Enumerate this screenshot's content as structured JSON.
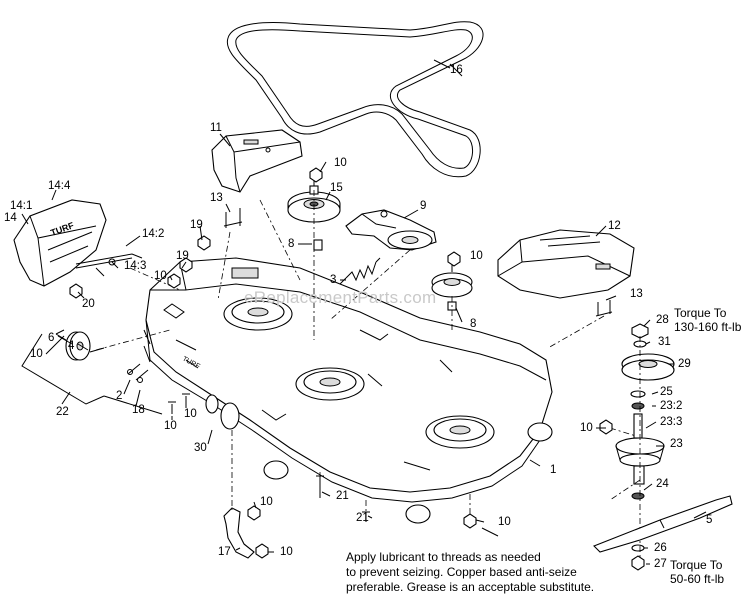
{
  "watermark": "eReplacementParts.com",
  "labels": {
    "l16": "16",
    "l11": "11",
    "l10a": "10",
    "l15": "15",
    "l13a": "13",
    "l9": "9",
    "l14_4": "14:4",
    "l14_1": "14:1",
    "l14": "14",
    "l14_2": "14:2",
    "l14_3": "14:3",
    "l19a": "19",
    "l19b": "19",
    "l8a": "8",
    "l10b": "10",
    "l12": "12",
    "l3": "3",
    "l10c": "10",
    "l20": "20",
    "l13b": "13",
    "l8b": "8",
    "l28": "28",
    "l31": "31",
    "l10d": "10",
    "l6": "6",
    "l4": "4",
    "l29": "29",
    "l25": "25",
    "l23_2": "23:2",
    "l2": "2",
    "l18": "18",
    "l22": "22",
    "l10e": "10",
    "l10f": "10",
    "l10g": "10",
    "l23_3": "23:3",
    "l23": "23",
    "l30": "30",
    "l1": "1",
    "l24": "24",
    "l21a": "21",
    "l10h": "10",
    "l5": "5",
    "l21b": "21",
    "l10i": "10",
    "l17": "17",
    "l10j": "10",
    "l26": "26",
    "l27": "27"
  },
  "torque_top": {
    "line1": "Torque To",
    "line2": "130-160 ft-lb"
  },
  "torque_bottom": {
    "line1": "Torque To",
    "line2": "50-60 ft-lb"
  },
  "note": {
    "line1": "Apply lubricant to threads as needed",
    "line2": "to prevent seizing. Copper based anti-seize",
    "line3": "preferable. Grease is an acceptable substitute."
  }
}
